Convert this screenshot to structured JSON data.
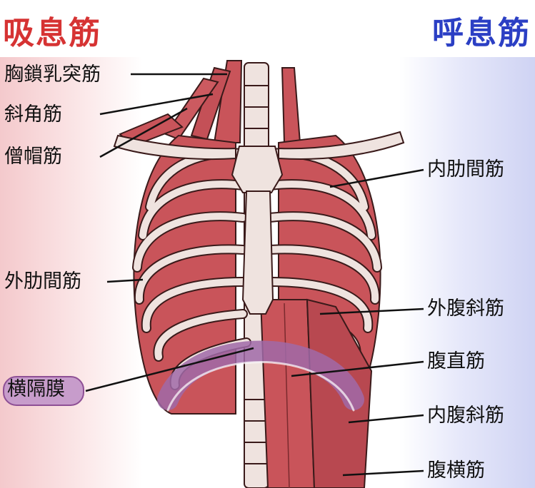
{
  "headers": {
    "inhale": "吸息筋",
    "exhale": "呼息筋"
  },
  "colors": {
    "inhale": "#d63333",
    "exhale": "#2b3fc4",
    "muscle": "#c9545a",
    "bone": "#efe3df",
    "diaphragm": "#a06aa8",
    "diaphragm_pill": "#c79ccb"
  },
  "labels_left": {
    "scm": "胸鎖乳突筋",
    "scalene": "斜角筋",
    "trapezius": "僧帽筋",
    "external_intercostal": "外肋間筋",
    "diaphragm": "横隔膜"
  },
  "labels_right": {
    "internal_intercostal": "内肋間筋",
    "external_oblique": "外腹斜筋",
    "rectus_abdominis": "腹直筋",
    "internal_oblique": "内腹斜筋",
    "transversus_abdominis": "腹横筋"
  }
}
